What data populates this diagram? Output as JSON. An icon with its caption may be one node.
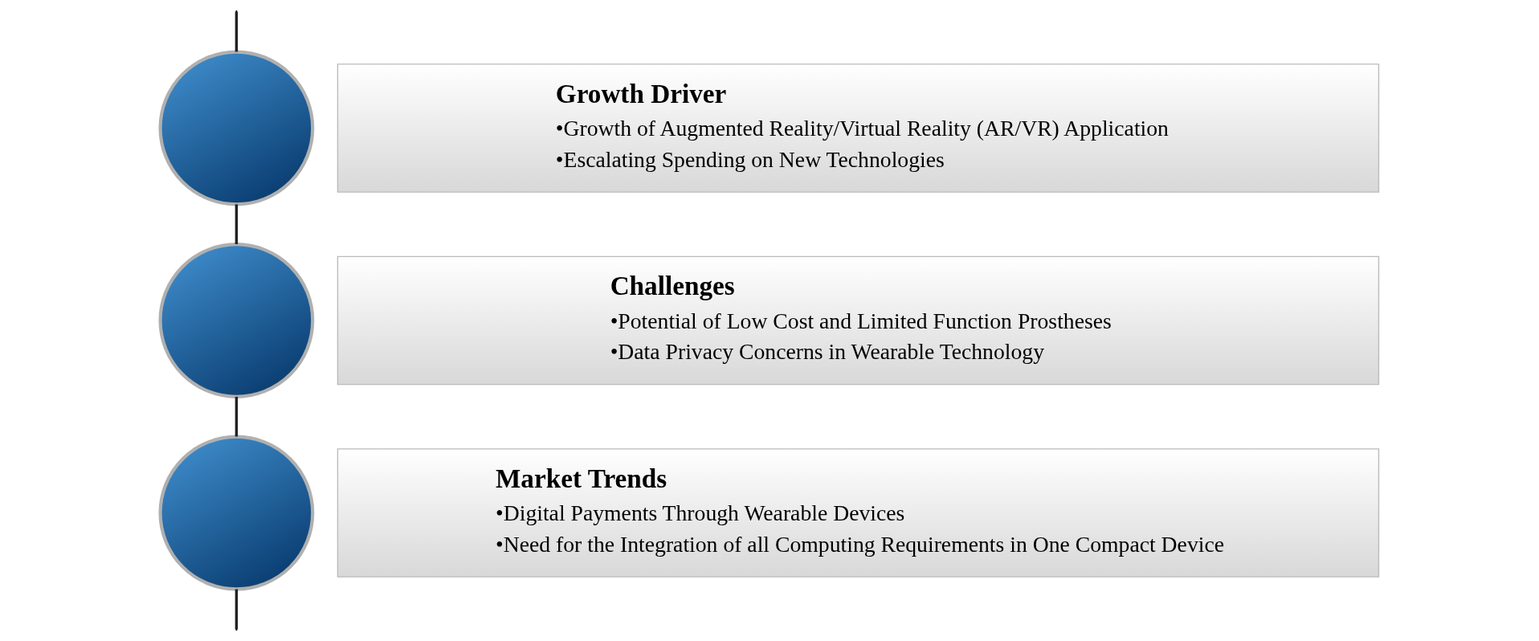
{
  "diagram": {
    "nodes": [
      {
        "text": [],
        "shape": "circle"
      },
      {
        "text": [
          "Growth Driver",
          "•Growth of Augmented Reality/Virtual Reality (AR/VR) Application",
          "•Escalating Spending on New Technologies"
        ]
      },
      {
        "text": [],
        "shape": "circle"
      },
      {
        "text": [
          "Challenges",
          "•Potential of Low Cost and Limited Function Prostheses",
          "•Data Privacy Concerns in Wearable Technology"
        ]
      },
      {
        "text": [],
        "shape": "circle"
      },
      {
        "text": [
          "Market Trends",
          "•Digital Payments Through Wearable Devices",
          "•Need for the Integration of all Computing Requirements in One Compact Device"
        ]
      }
    ],
    "edges": [
      {
        "from": null,
        "to": 0,
        "arrow": "none"
      },
      {
        "from": 0,
        "to": 2,
        "arrow": "none"
      },
      {
        "from": 2,
        "to": 4,
        "arrow": "none"
      },
      {
        "from": 4,
        "to": null,
        "arrow": "none"
      }
    ]
  }
}
